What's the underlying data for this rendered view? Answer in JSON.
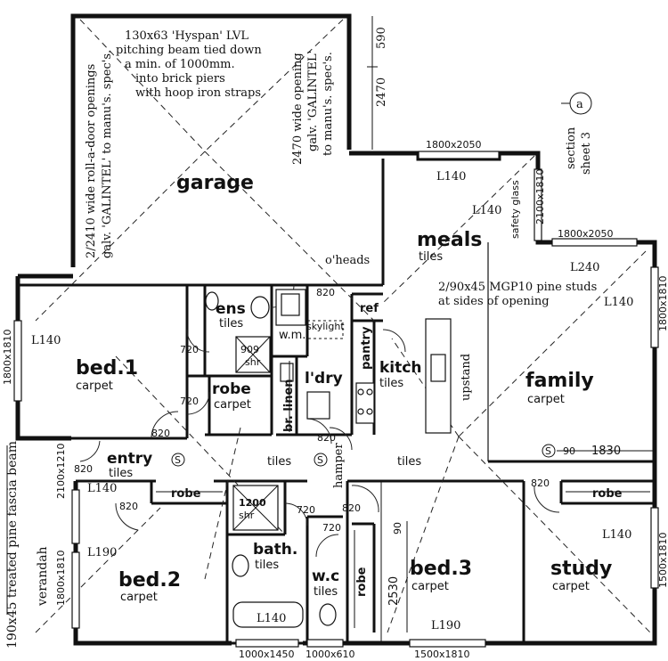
{
  "rooms": {
    "garage": "garage",
    "meals": "meals",
    "meals_floor": "tiles",
    "family": "family",
    "family_floor": "carpet",
    "bed1": "bed.1",
    "bed1_floor": "carpet",
    "ens": "ens",
    "ens_floor": "tiles",
    "robe": "robe",
    "robe_floor": "carpet",
    "ldry": "l'dry",
    "kitch": "kitch",
    "kitch_floor": "tiles",
    "pantry": "pantry",
    "ref": "ref",
    "br_linen": "br. linen",
    "wm": "w.m.",
    "entry": "entry",
    "entry_floor": "tiles",
    "tiles": "tiles",
    "bed2": "bed.2",
    "bed2_floor": "carpet",
    "bath": "bath.",
    "bath_floor": "tiles",
    "wc": "w.c",
    "wc_floor": "tiles",
    "bed3": "bed.3",
    "bed3_floor": "carpet",
    "study": "study",
    "study_floor": "carpet",
    "verandah": "verandah",
    "hamper": "hamper",
    "upstand": "upstand",
    "skylight": "skylight",
    "shr": "shr",
    "shr_909": "909",
    "shr_1200": "1200"
  },
  "notes": {
    "beam": [
      "130x63 'Hyspan' LVL",
      "pitching beam tied down",
      "a min. of 1000mm.",
      "into brick piers",
      "with hoop iron straps"
    ],
    "garage_left": [
      "2/2410 wide roll-a-door openings",
      "galv. 'GALINTEL' to manu's. spec's."
    ],
    "garage_right": [
      "2470 wide opening",
      "galv. 'GALINTEL'",
      "to manu's. spec's."
    ],
    "studs": [
      "2/90x45 MGP10 pine studs",
      "at sides of opening"
    ],
    "oheads": "o'heads",
    "fascia": "190x45 treated pine fascia beam",
    "section": [
      "section",
      "sheet 3"
    ],
    "section_mark": "a",
    "safety_glass": "safety glass"
  },
  "dimensions": {
    "d590": "590",
    "d2470": "2470",
    "w1800x2050a": "1800x2050",
    "w1800x2050b": "1800x2050",
    "w2100x1810a": "2100x1810",
    "w1800x1810_bed1": "1800x1810",
    "w1800x1810_right": "1800x1810",
    "w2100x1210": "2100x1210",
    "w1800x1810_bed2": "1800x1810",
    "w1500x1810_study": "1500x1810",
    "w1000x1450": "1000x1450",
    "w1000x610": "1000x610",
    "w1500x1810_bed3": "1500x1810",
    "d820": "820",
    "d720": "720",
    "d1830": "1830",
    "d90": "90",
    "d2530": "2530",
    "s90": "90"
  },
  "lintels": {
    "L140": "L140",
    "L240": "L240",
    "L190": "L190"
  },
  "symbols": {
    "smoke": "S"
  }
}
